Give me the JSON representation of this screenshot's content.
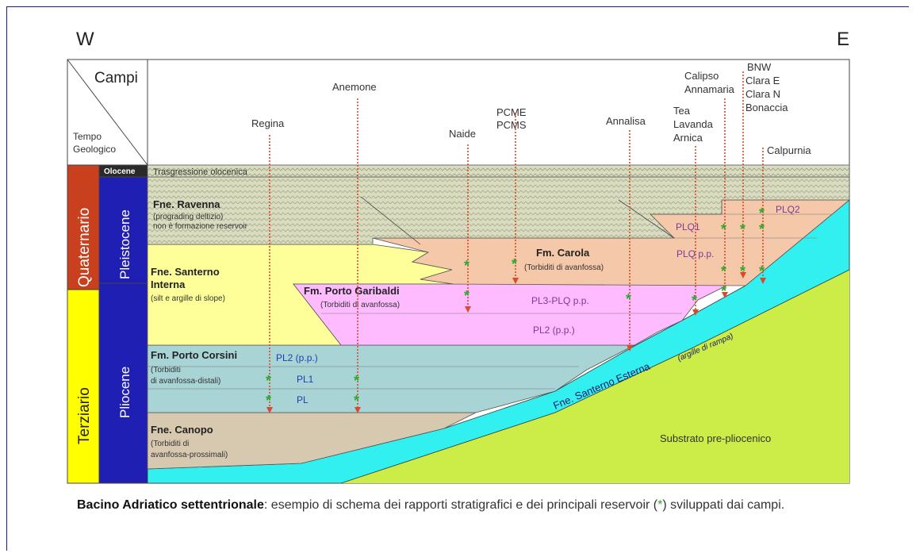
{
  "orientation": {
    "west": "W",
    "east": "E"
  },
  "header": {
    "campi": "Campi",
    "tempo": "Tempo",
    "geologico": "Geologico"
  },
  "periods": {
    "quaternario": "Quaternario",
    "terziario": "Terziario"
  },
  "epochs": {
    "olocene": "Olocene",
    "pleistocene": "Pleistocene",
    "pliocene": "Pliocene"
  },
  "fields": {
    "regina": "Regina",
    "anemone": "Anemone",
    "naide": "Naide",
    "pcme": "PCME",
    "pcms": "PCMS",
    "annalisa": "Annalisa",
    "tea": "Tea",
    "lavanda": "Lavanda",
    "arnica": "Arnica",
    "calipso": "Calipso",
    "annamaria": "Annamaria",
    "bnw": "BNW",
    "clara_e": "Clara E",
    "clara_n": "Clara N",
    "bonaccia": "Bonaccia",
    "calpurnia": "Calpurnia"
  },
  "formations": {
    "trasgressione": "Trasgressione olocenica",
    "ravenna_name": "Fne. Ravenna",
    "ravenna_desc1": "(prograding deltizio)",
    "ravenna_desc2": "non è formazione reservoir",
    "santerno_int_name1": "Fne. Santerno",
    "santerno_int_name2": "Interna",
    "santerno_int_desc": "(silt e argille di slope)",
    "carola_name": "Fm. Carola",
    "carola_desc": "(Torbiditi di avanfossa)",
    "porto_garibaldi_name": "Fm. Porto Garibaldi",
    "porto_garibaldi_desc": "(Torbiditi di avanfossa)",
    "porto_corsini_name": "Fm. Porto Corsini",
    "porto_corsini_desc1": "(Torbiditi",
    "porto_corsini_desc2": "di avanfossa-distali)",
    "canopo_name": "Fne. Canopo",
    "canopo_desc1": "(Torbiditi di",
    "canopo_desc2": "avanfossa-prossimali)",
    "santerno_esterna": "Fne. Santerno Esterna",
    "santerno_esterna_desc": "(argille di rampa)",
    "substrato": "Substrato pre-pliocenico"
  },
  "reservoirs": {
    "plq2": "PLQ2",
    "plq1": "PLQ1",
    "plq_pp": "PLQ p.p.",
    "pl3_plq": "PL3-PLQ p.p.",
    "pl2_pp_pink": "PL2 (p.p.)",
    "pl2_pp_blue": "PL2 (p.p.)",
    "pl1": "PL1",
    "pl": "PL"
  },
  "caption": {
    "bold": "Bacino Adriatico settentrionale",
    "text_before": ": esempio di schema dei rapporti stratigrafici e dei principali reservoir (",
    "star": "*",
    "text_after": ") sviluppati dai campi."
  },
  "colors": {
    "quaternario": "#c8401e",
    "terziario": "#ffff00",
    "epoch": "#1f1fb4",
    "olocene": "#2a2a2a",
    "ravenna": "#d9dcc0",
    "santerno_interna": "#ffff99",
    "carola": "#f4c8a8",
    "porto_garibaldi": "#ffbbff",
    "porto_corsini": "#a9d4d6",
    "canopo": "#d7c8b0",
    "santerno_esterna": "#33f0f0",
    "substrato": "#ccec48",
    "star": "#2fa82f",
    "well": "#d84a2c"
  }
}
